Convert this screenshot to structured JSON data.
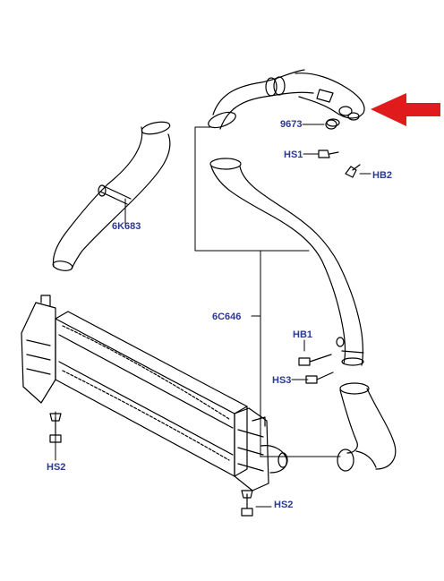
{
  "diagram": {
    "callouts": {
      "hose_lower": "6K683",
      "ring": "9673",
      "screw_top": "HS1",
      "bolt_top": "HB2",
      "hose_upper": "6C646",
      "bolt_mid": "HB1",
      "screw_mid": "HS3",
      "screw_left": "HS2",
      "screw_bottom": "HS2"
    },
    "colors": {
      "line": "#000000",
      "label": "#2b3a8f",
      "arrow": "#e01b1b"
    },
    "icons": {
      "pointer": "red-arrow-icon"
    }
  }
}
